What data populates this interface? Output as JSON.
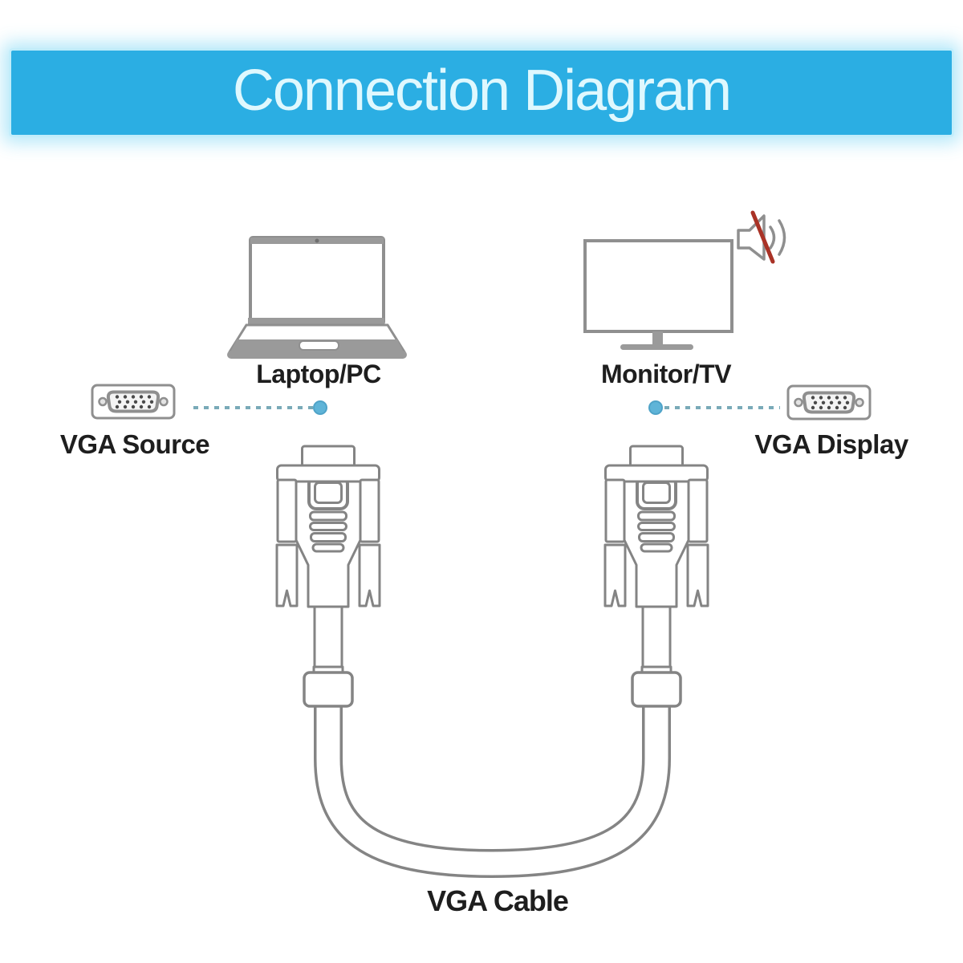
{
  "banner": {
    "title": "Connection Diagram",
    "bg_color": "#2BAEE3",
    "text_color": "#DFF8FE",
    "glow_color": "#BFECFA"
  },
  "source_device": {
    "label": "Laptop/PC",
    "port_label": "VGA Source"
  },
  "display_device": {
    "label": "Monitor/TV",
    "port_label": "VGA Display"
  },
  "cable": {
    "label": "VGA Cable"
  },
  "icons": {
    "laptop": "laptop-icon",
    "monitor": "monitor-icon",
    "muted_speaker": "muted-speaker-icon",
    "vga_source_port": "vga-port-icon",
    "vga_display_port": "vga-port-icon",
    "vga_plug_left": "vga-plug-icon",
    "vga_plug_right": "vga-plug-icon",
    "dotted_links": "dotted-connection-line"
  },
  "colors": {
    "line_gray": "#8F8F8F",
    "fill_gray": "#9A9A9A",
    "plug_gray": "#848484",
    "label_black": "#1E1E1E",
    "dash_teal": "#79AAB8",
    "dot_blue": "#5FB4D8",
    "mute_red": "#A93226"
  }
}
